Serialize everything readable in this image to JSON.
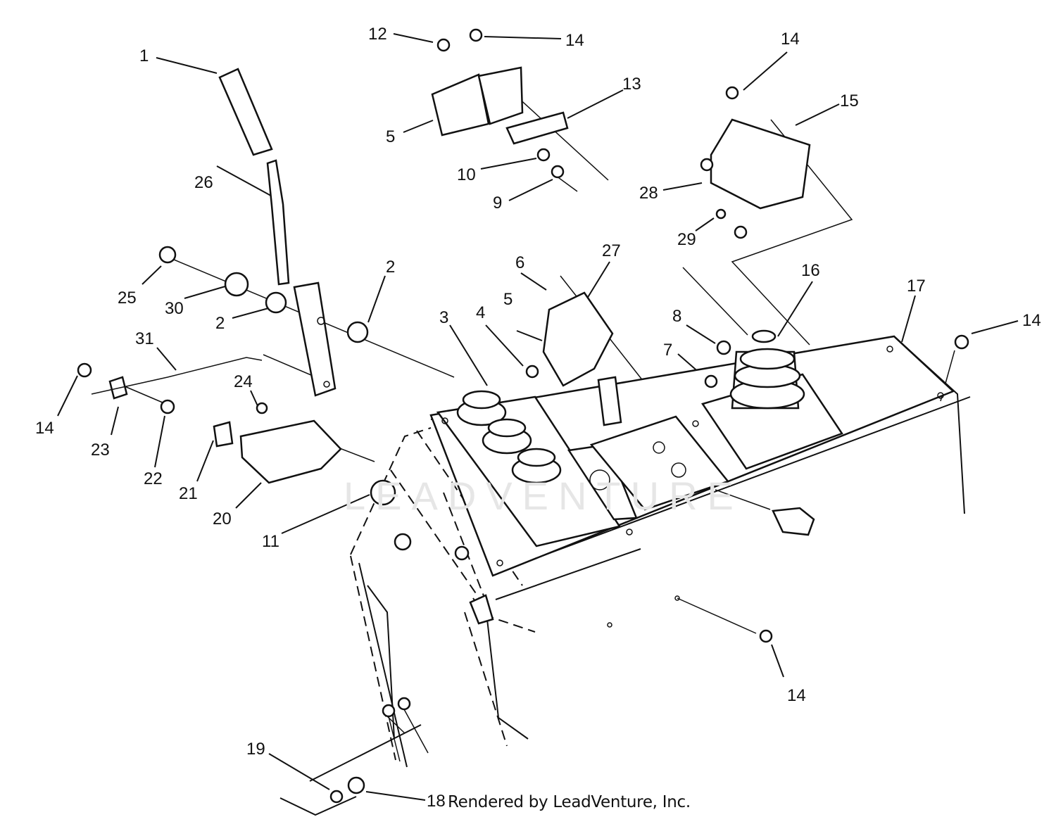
{
  "callouts": [
    {
      "id": "c1",
      "text": "1"
    },
    {
      "id": "c2a",
      "text": "2"
    },
    {
      "id": "c2b",
      "text": "2"
    },
    {
      "id": "c3",
      "text": "3"
    },
    {
      "id": "c4",
      "text": "4"
    },
    {
      "id": "c5a",
      "text": "5"
    },
    {
      "id": "c5b",
      "text": "5"
    },
    {
      "id": "c6",
      "text": "6"
    },
    {
      "id": "c7",
      "text": "7"
    },
    {
      "id": "c8",
      "text": "8"
    },
    {
      "id": "c9",
      "text": "9"
    },
    {
      "id": "c10",
      "text": "10"
    },
    {
      "id": "c11",
      "text": "11"
    },
    {
      "id": "c12",
      "text": "12"
    },
    {
      "id": "c13",
      "text": "13"
    },
    {
      "id": "c14a",
      "text": "14"
    },
    {
      "id": "c14b",
      "text": "14"
    },
    {
      "id": "c14c",
      "text": "14"
    },
    {
      "id": "c14d",
      "text": "14"
    },
    {
      "id": "c14e",
      "text": "14"
    },
    {
      "id": "c15",
      "text": "15"
    },
    {
      "id": "c16",
      "text": "16"
    },
    {
      "id": "c17",
      "text": "17"
    },
    {
      "id": "c18",
      "text": "18"
    },
    {
      "id": "c19",
      "text": "19"
    },
    {
      "id": "c20",
      "text": "20"
    },
    {
      "id": "c21",
      "text": "21"
    },
    {
      "id": "c22",
      "text": "22"
    },
    {
      "id": "c23",
      "text": "23"
    },
    {
      "id": "c24",
      "text": "24"
    },
    {
      "id": "c25",
      "text": "25"
    },
    {
      "id": "c26",
      "text": "26"
    },
    {
      "id": "c27",
      "text": "27"
    },
    {
      "id": "c28",
      "text": "28"
    },
    {
      "id": "c29",
      "text": "29"
    },
    {
      "id": "c30",
      "text": "30"
    },
    {
      "id": "c31",
      "text": "31"
    }
  ],
  "credit": "Rendered by LeadVenture, Inc.",
  "watermark": "LEADVENTURE"
}
